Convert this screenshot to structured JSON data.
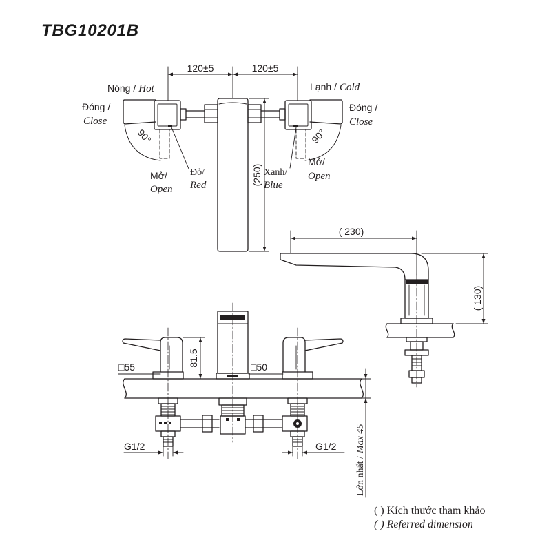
{
  "title": "TBG10201B",
  "top_view": {
    "dim_left": "120±5",
    "dim_right": "120±5",
    "hot_vi": "Nóng /",
    "hot_en": "Hot",
    "cold_vi": "Lạnh /",
    "cold_en": "Cold",
    "close_left_vi": "Đóng /",
    "close_left_en": "Close",
    "close_right_vi": "Đóng /",
    "close_right_en": "Close",
    "angle_left": "90°",
    "angle_right": "90°",
    "open_left_vi": "Mở/",
    "open_left_en": "Open",
    "open_right_vi": "Mở/",
    "open_right_en": "Open",
    "red_vi": "Đỏ/",
    "red_en": "Red",
    "blue_vi": "Xanh/",
    "blue_en": "Blue",
    "dim_depth": "(250)"
  },
  "side_view": {
    "dim_reach": "( 230)",
    "dim_height": "( 130)"
  },
  "front_view": {
    "handle_size": "□55",
    "handle_height": "81.5",
    "spout_size": "□50",
    "thread_left": "G1/2",
    "thread_right": "G1/2",
    "deck_max_vi": "Lớn nhất /",
    "deck_max_en": "Max 45"
  },
  "notes": {
    "reference_vi": "( ) Kích thước tham khảo",
    "reference_en": "( ) Referred dimension"
  },
  "colors": {
    "line": "#231f20",
    "background": "#ffffff"
  }
}
